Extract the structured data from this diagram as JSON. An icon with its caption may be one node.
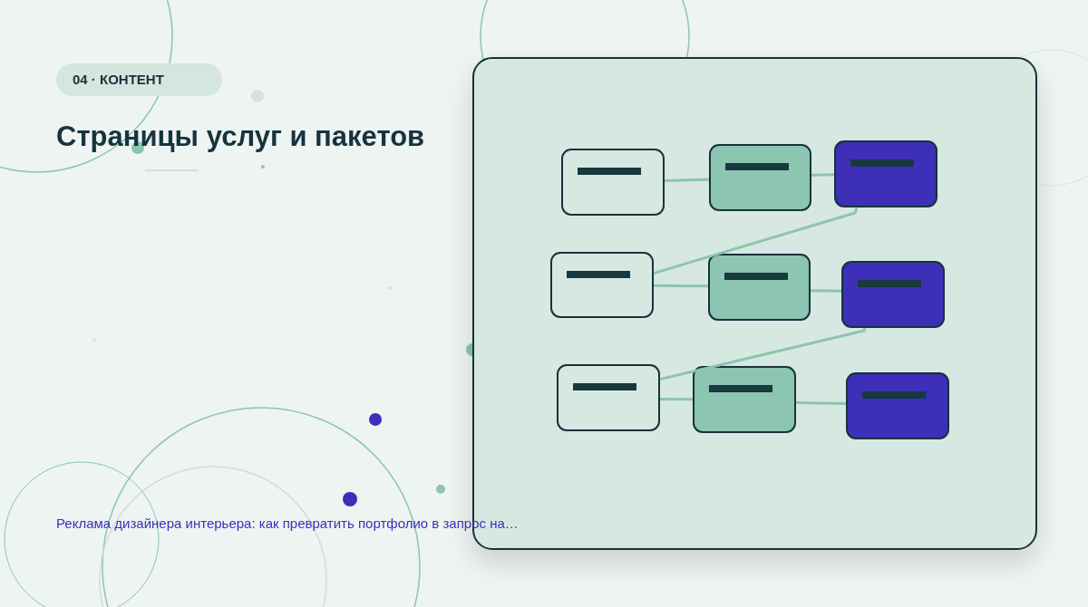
{
  "diagram": {
    "title": "Страницы услуг и пакетов",
    "nodes": [
      {
        "text": [],
        "shape": "box"
      },
      {
        "text": [],
        "shape": "box",
        "in": 0
      },
      {
        "text": [],
        "shape": "box",
        "in": 0
      },
      {
        "text": [],
        "shape": "box",
        "in": 0
      },
      {
        "text": [],
        "shape": "box",
        "in": 0
      },
      {
        "text": [],
        "shape": "box",
        "in": 0
      },
      {
        "text": [],
        "shape": "box",
        "in": 0
      },
      {
        "text": [],
        "shape": "box",
        "in": 0
      },
      {
        "text": [],
        "shape": "box",
        "in": 0
      },
      {
        "text": [],
        "shape": "box",
        "in": 0
      }
    ],
    "edges": [
      {
        "from": 1,
        "to": 2,
        "arrow": "none"
      },
      {
        "from": 2,
        "to": 3,
        "arrow": "none"
      },
      {
        "from": 3,
        "to": 4,
        "arrow": "none"
      },
      {
        "from": 4,
        "to": 5,
        "arrow": "none"
      },
      {
        "from": 5,
        "to": 6,
        "arrow": "none"
      },
      {
        "from": 6,
        "to": 7,
        "arrow": "none"
      },
      {
        "from": 7,
        "to": 8,
        "arrow": "none"
      },
      {
        "from": 8,
        "to": 9,
        "arrow": "none"
      }
    ],
    "labels": [
      "04 · КОНТЕНТ",
      "Реклама дизайнера интерьера: как превратить портфолио в запрос на…"
    ]
  }
}
